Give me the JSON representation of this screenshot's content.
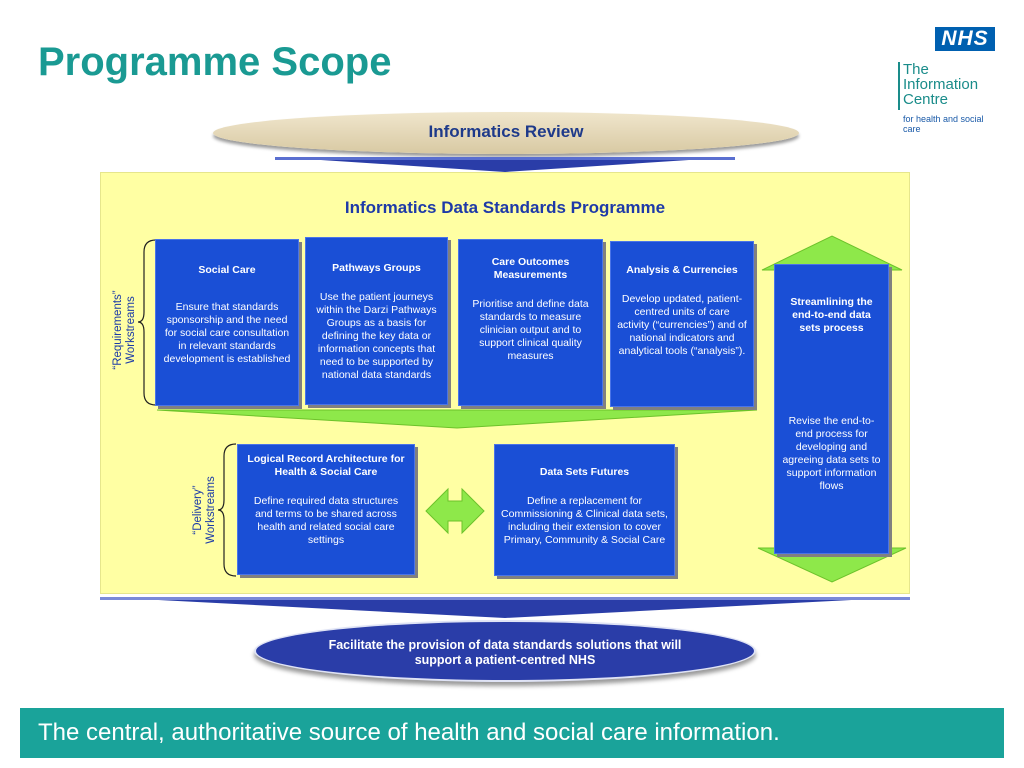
{
  "title": "Programme Scope",
  "logos": {
    "nhs": "NHS",
    "ic_line1": "The",
    "ic_line2": "Information",
    "ic_line3": "Centre",
    "ic_sub": "for health and social care"
  },
  "review": "Informatics Review",
  "programme": {
    "title": "Informatics Data Standards Programme",
    "requirements_label_1": "“Requirements”",
    "requirements_label_2": "Workstreams",
    "delivery_label_1": "“Delivery”",
    "delivery_label_2": "Workstreams",
    "requirements": [
      {
        "title": "Social Care",
        "body": "Ensure that standards sponsorship and the need for social care consultation in relevant standards development is established"
      },
      {
        "title": "Pathways Groups",
        "body": "Use the patient journeys within the Darzi Pathways Groups as a basis for defining the key data or information concepts that need to be supported by national data standards"
      },
      {
        "title": "Care Outcomes Measurements",
        "body": "Prioritise and define data standards to measure clinician output and to support clinical quality measures"
      },
      {
        "title": "Analysis & Currencies",
        "body": "Develop updated, patient-centred  units of care activity (“currencies”)  and of national indicators and analytical tools (“analysis”)."
      }
    ],
    "delivery": [
      {
        "title": "Logical Record Architecture for Health & Social Care",
        "body": "Define required data structures and terms to be shared across health and related social care settings"
      },
      {
        "title": "Data Sets Futures",
        "body": "Define a replacement for Commissioning & Clinical data sets, including their extension to cover Primary, Community & Social Care"
      }
    ],
    "streamlining": {
      "title": "Streamlining the end-to-end data sets process",
      "body": "Revise the end-to-end process for developing and agreeing data sets to support information flows"
    }
  },
  "goal": "Facilitate the provision of data standards solutions that will support a patient-centred NHS",
  "footer": "The central, authoritative source of health and social care information.",
  "colors": {
    "teal": "#1a9a93",
    "box_blue": "#1a4fd6",
    "arrow_green": "#8ee84a",
    "panel_yellow": "#ffffa3",
    "navy": "#2a3da8"
  }
}
